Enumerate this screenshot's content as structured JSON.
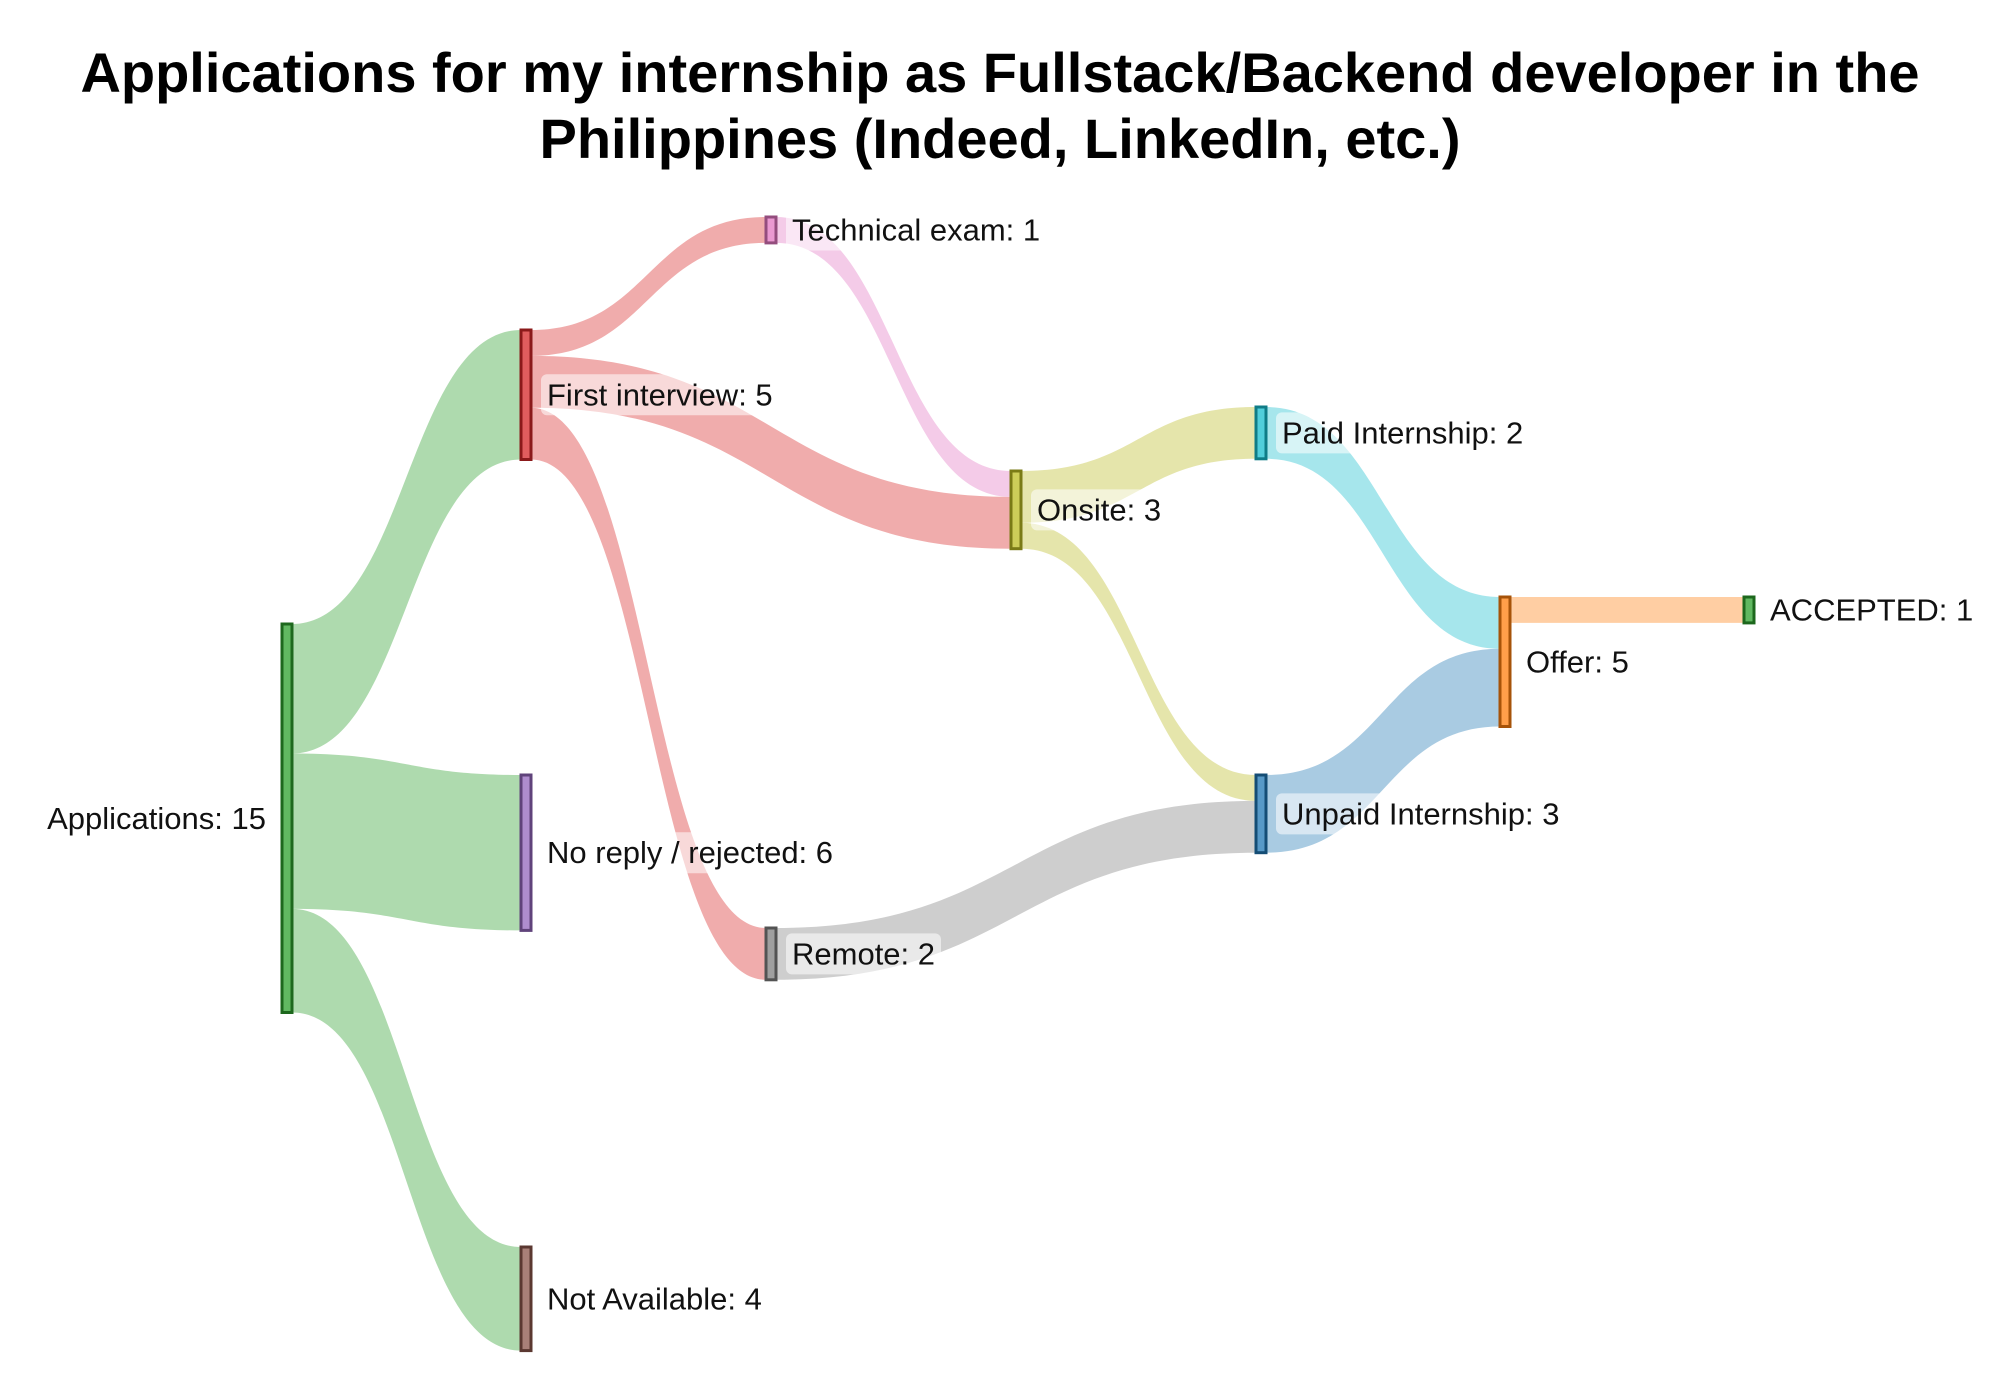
{
  "title": {
    "line1": "Applications for my internship as Fullstack/Backend developer in the",
    "line2": "Philippines (Indeed, LinkedIn, etc.)"
  },
  "chart_data": {
    "type": "sankey",
    "nodes": [
      {
        "id": "applications",
        "label": "Applications: 15",
        "value": 15,
        "color": "#2ca02c"
      },
      {
        "id": "first_interview",
        "label": "First interview: 5",
        "value": 5,
        "color": "#d62728"
      },
      {
        "id": "no_reply",
        "label": "No reply / rejected: 6",
        "value": 6,
        "color": "#9467bd"
      },
      {
        "id": "not_available",
        "label": "Not Available: 4",
        "value": 4,
        "color": "#8c564b"
      },
      {
        "id": "technical_exam",
        "label": "Technical exam: 1",
        "value": 1,
        "color": "#e377c2"
      },
      {
        "id": "onsite",
        "label": "Onsite: 3",
        "value": 3,
        "color": "#bcbd22"
      },
      {
        "id": "remote",
        "label": "Remote: 2",
        "value": 2,
        "color": "#7f7f7f"
      },
      {
        "id": "paid_internship",
        "label": "Paid Internship: 2",
        "value": 2,
        "color": "#17becf"
      },
      {
        "id": "unpaid_internship",
        "label": "Unpaid Internship: 3",
        "value": 3,
        "color": "#1f77b4"
      },
      {
        "id": "offer",
        "label": "Offer: 5",
        "value": 5,
        "color": "#ff7f0e"
      },
      {
        "id": "accepted",
        "label": "ACCEPTED: 1",
        "value": 1,
        "color": "#2ca02c"
      }
    ],
    "links": [
      {
        "source": "applications",
        "target": "first_interview",
        "value": 5
      },
      {
        "source": "applications",
        "target": "no_reply",
        "value": 6
      },
      {
        "source": "applications",
        "target": "not_available",
        "value": 4
      },
      {
        "source": "first_interview",
        "target": "technical_exam",
        "value": 1
      },
      {
        "source": "first_interview",
        "target": "onsite",
        "value": 2
      },
      {
        "source": "first_interview",
        "target": "remote",
        "value": 2
      },
      {
        "source": "technical_exam",
        "target": "onsite",
        "value": 1
      },
      {
        "source": "onsite",
        "target": "paid_internship",
        "value": 2
      },
      {
        "source": "onsite",
        "target": "unpaid_internship",
        "value": 1
      },
      {
        "source": "remote",
        "target": "unpaid_internship",
        "value": 2
      },
      {
        "source": "paid_internship",
        "target": "offer",
        "value": 2
      },
      {
        "source": "unpaid_internship",
        "target": "offer",
        "value": 3
      },
      {
        "source": "offer",
        "target": "accepted",
        "value": 1
      }
    ]
  }
}
